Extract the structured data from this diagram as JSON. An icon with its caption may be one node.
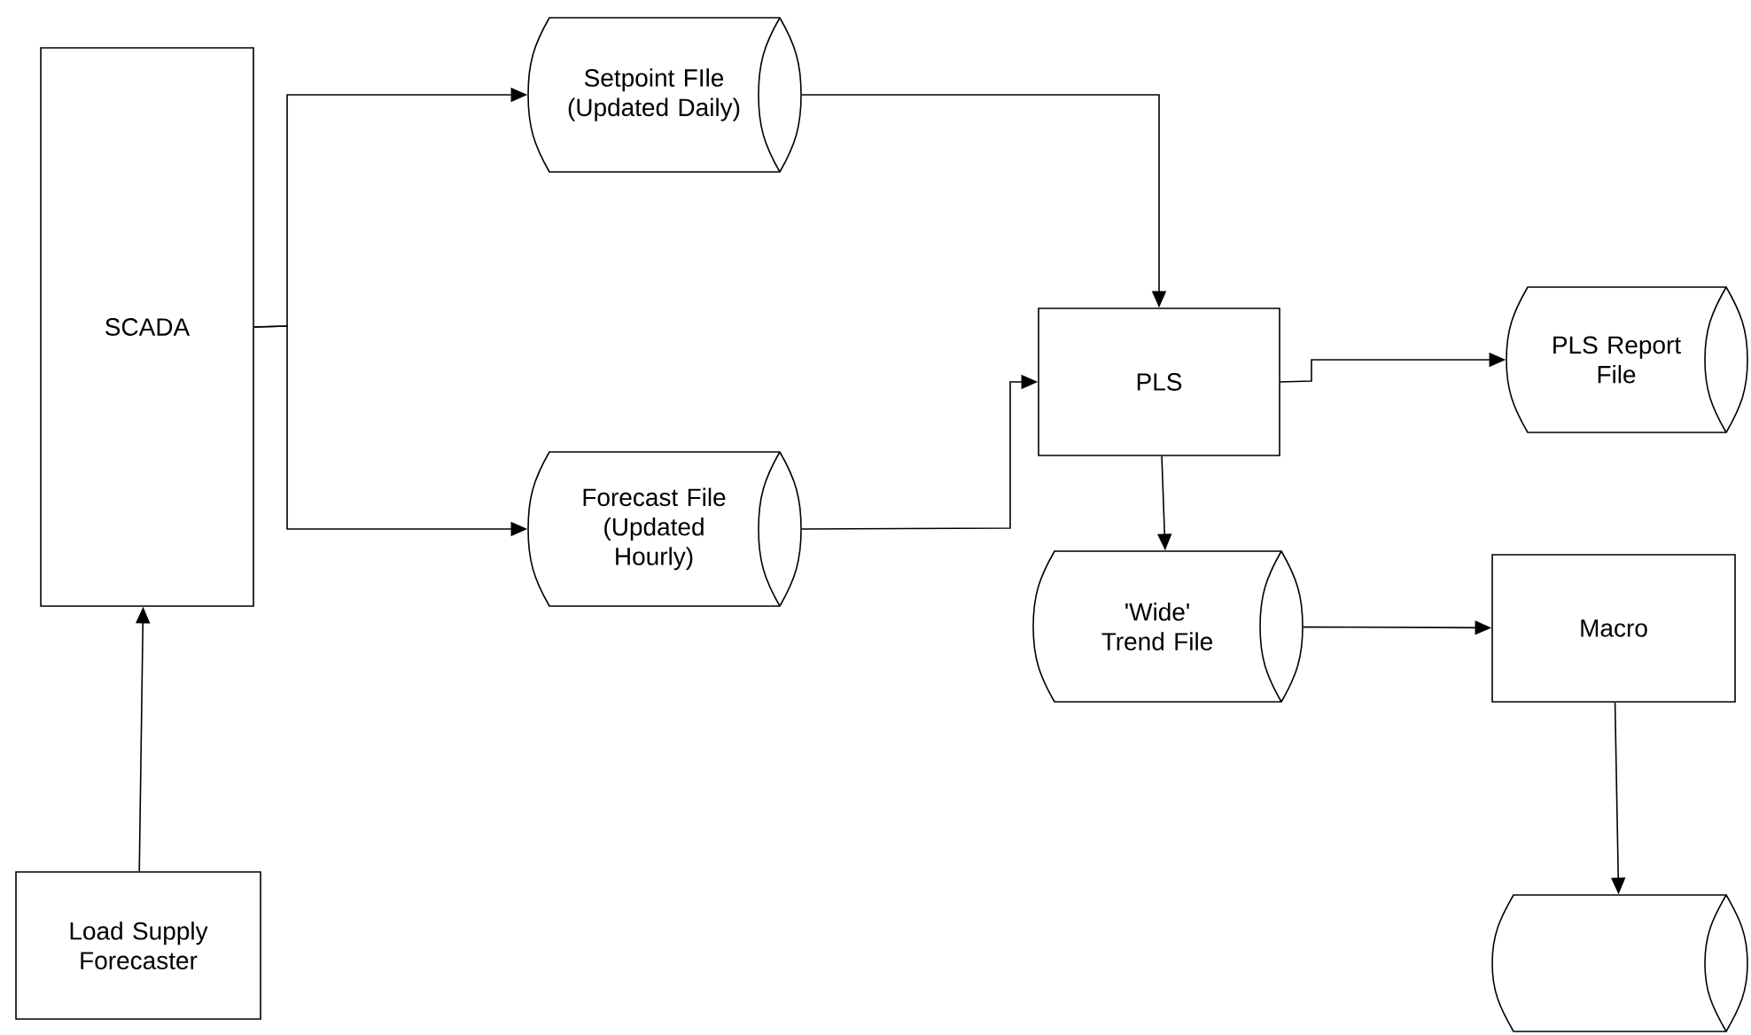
{
  "diagram": {
    "nodes": [
      {
        "text": [
          "SCADA"
        ]
      },
      {
        "text": [
          "Setpoint FIle (Updated Daily)"
        ]
      },
      {
        "text": [
          "Forecast File (Updated Hourly)"
        ]
      },
      {
        "text": [
          "PLS"
        ]
      },
      {
        "text": [
          "PLS Report File"
        ]
      },
      {
        "text": [
          "'Wide' Trend File"
        ]
      },
      {
        "text": [
          "Macro"
        ]
      },
      {
        "text": [
          "Load Supply Forecaster"
        ]
      },
      {
        "text": [],
        "shape": "cylinder"
      }
    ],
    "edges": [
      {
        "from": 0,
        "to": 1,
        "arrow": "to"
      },
      {
        "from": 0,
        "to": 2,
        "arrow": "to"
      },
      {
        "from": 1,
        "to": 3,
        "arrow": "to"
      },
      {
        "from": 2,
        "to": 3,
        "arrow": "to"
      },
      {
        "from": 3,
        "to": 4,
        "arrow": "to"
      },
      {
        "from": 3,
        "to": 5,
        "arrow": "to"
      },
      {
        "from": 5,
        "to": 6,
        "arrow": "to"
      },
      {
        "from": 6,
        "to": 8,
        "arrow": "to"
      },
      {
        "from": 7,
        "to": 0,
        "arrow": "to"
      }
    ]
  }
}
